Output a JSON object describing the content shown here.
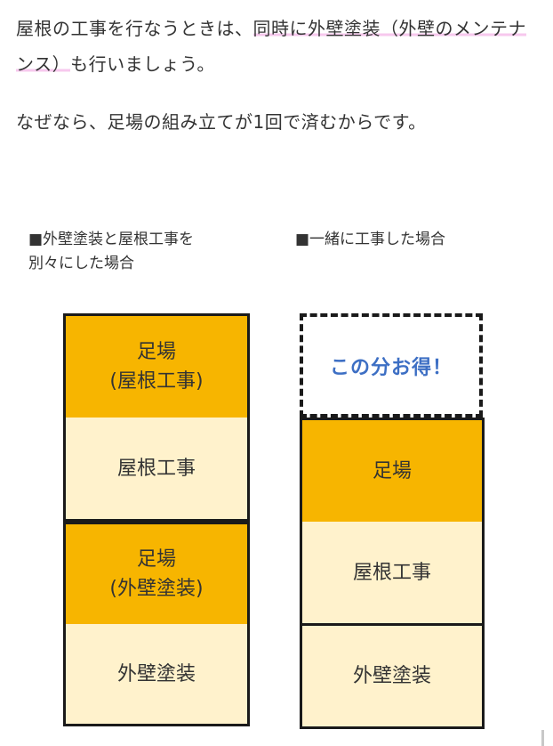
{
  "paragraphs": {
    "p1_part1": "屋根の工事を行なうときは、",
    "p1_highlight": "同時に外壁塗装（外壁のメンテナンス）",
    "p1_part2": "も行いましょう。",
    "p2": "なぜなら、足場の組み立てが1回で済むからです。"
  },
  "diagram": {
    "left_caption_line1": "■外壁塗装と屋根工事を",
    "left_caption_line2": "別々にした場合",
    "right_caption": "■一緒に工事した場合",
    "left_blocks": [
      {
        "line1": "足場",
        "line2": "(屋根工事)"
      },
      {
        "line1": "屋根工事",
        "line2": ""
      },
      {
        "line1": "足場",
        "line2": "(外壁塗装)"
      },
      {
        "line1": "外壁塗装",
        "line2": ""
      }
    ],
    "savings_label": "この分お得！",
    "right_blocks": [
      {
        "line1": "足場"
      },
      {
        "line1": "屋根工事"
      },
      {
        "line1": "外壁塗装"
      }
    ],
    "colors": {
      "scaffold": "#f7b500",
      "work": "#fff2cc",
      "savings_text": "#3d6fc4",
      "highlight": "#f7c8ee"
    }
  }
}
